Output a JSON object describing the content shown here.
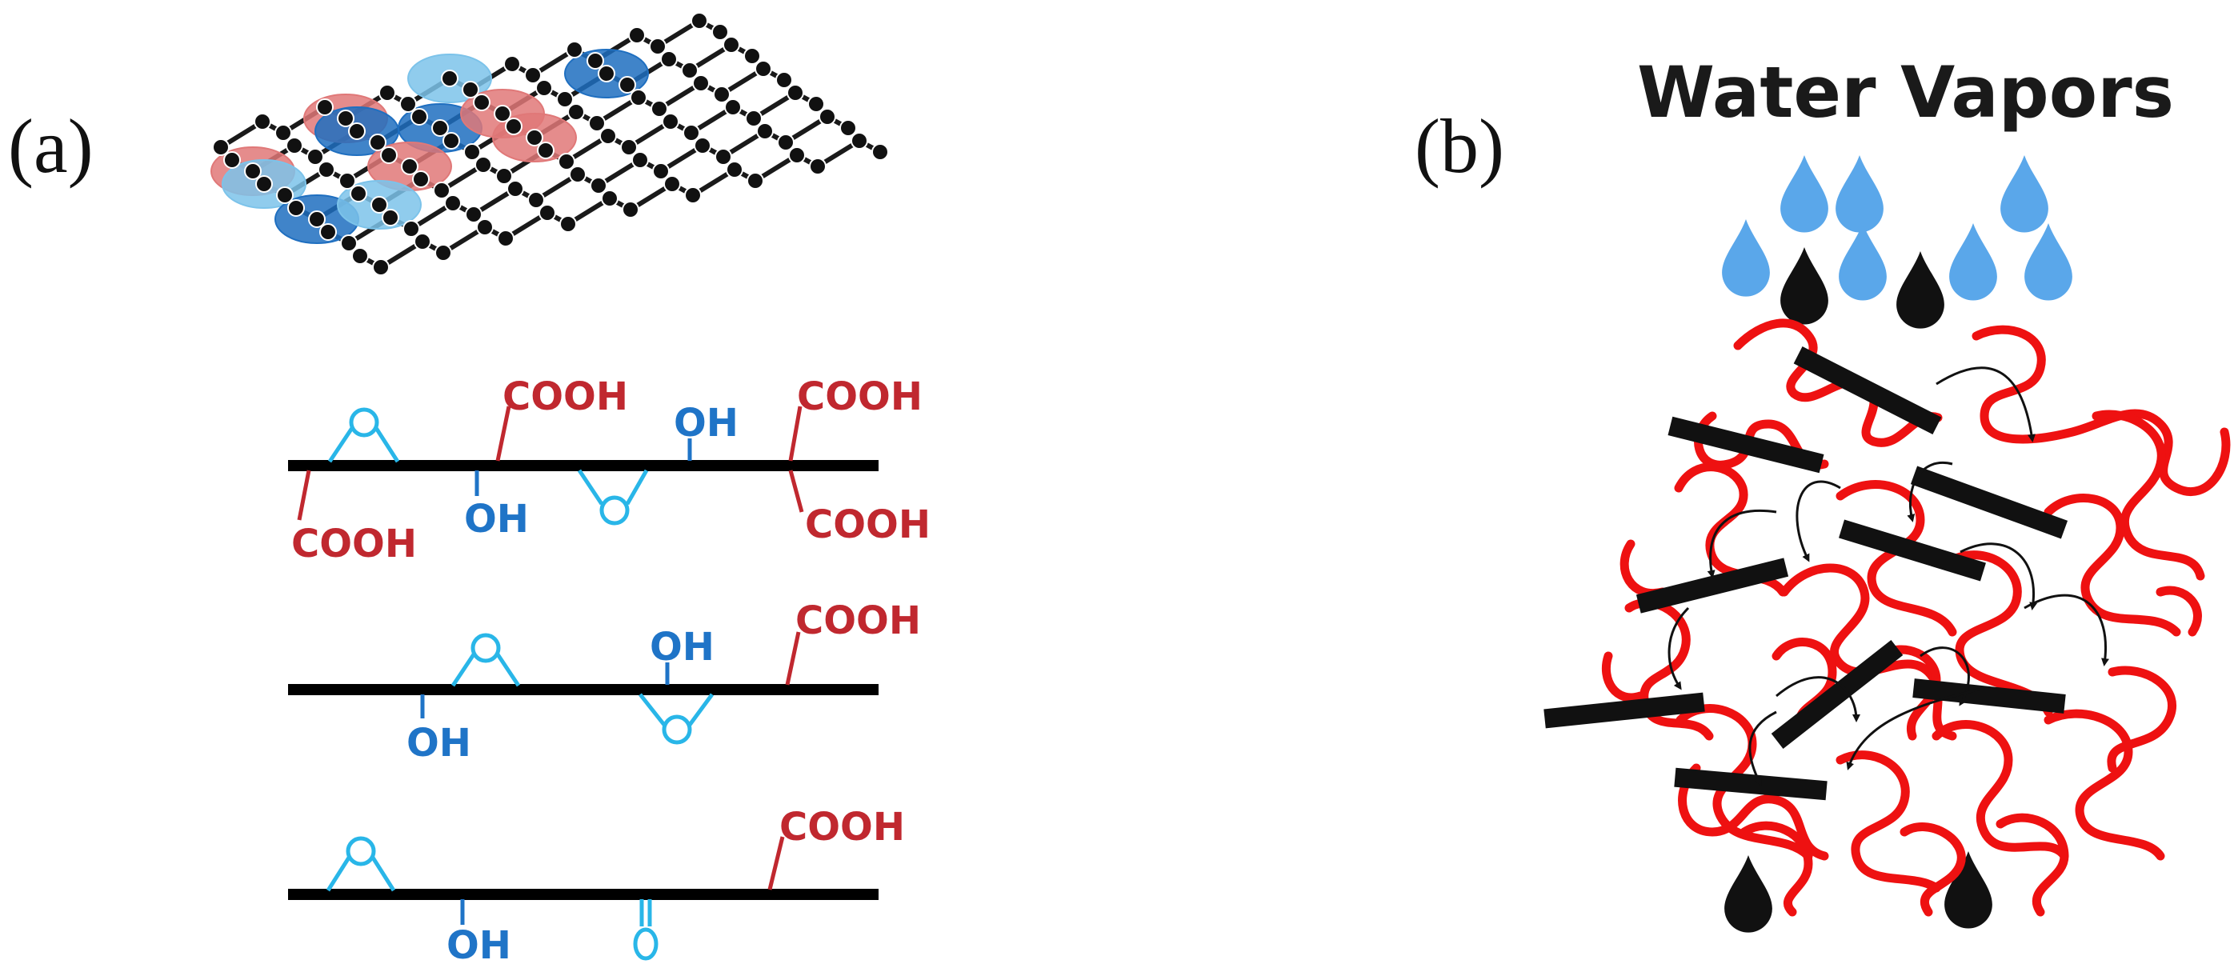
{
  "panel_a": {
    "label": "(a)",
    "sheets": [
      {
        "groups": [
          "COOH",
          "OH",
          "COOH",
          "COOH",
          "OH",
          "COOH"
        ]
      },
      {
        "groups": [
          "OH",
          "OH",
          "COOH"
        ]
      },
      {
        "groups": [
          "OH",
          "COOH"
        ]
      }
    ]
  },
  "panel_b": {
    "label": "(b)",
    "title": "Water Vapors"
  },
  "colors": {
    "carboxyl_red": "#c0282f",
    "hydroxyl_blue": "#1f74c7",
    "epoxide_cyan": "#29b6e8",
    "polymer_red": "#ee1111",
    "drop_blue": "#5aa7ea",
    "drop_black": "#111111",
    "lattice_red": "#e07878",
    "lattice_blue": "#1f6fc0",
    "lattice_light_blue": "#7cc3ea"
  },
  "icons": {
    "water_drop": "water-drop-icon",
    "black_drop": "black-drop-icon"
  }
}
